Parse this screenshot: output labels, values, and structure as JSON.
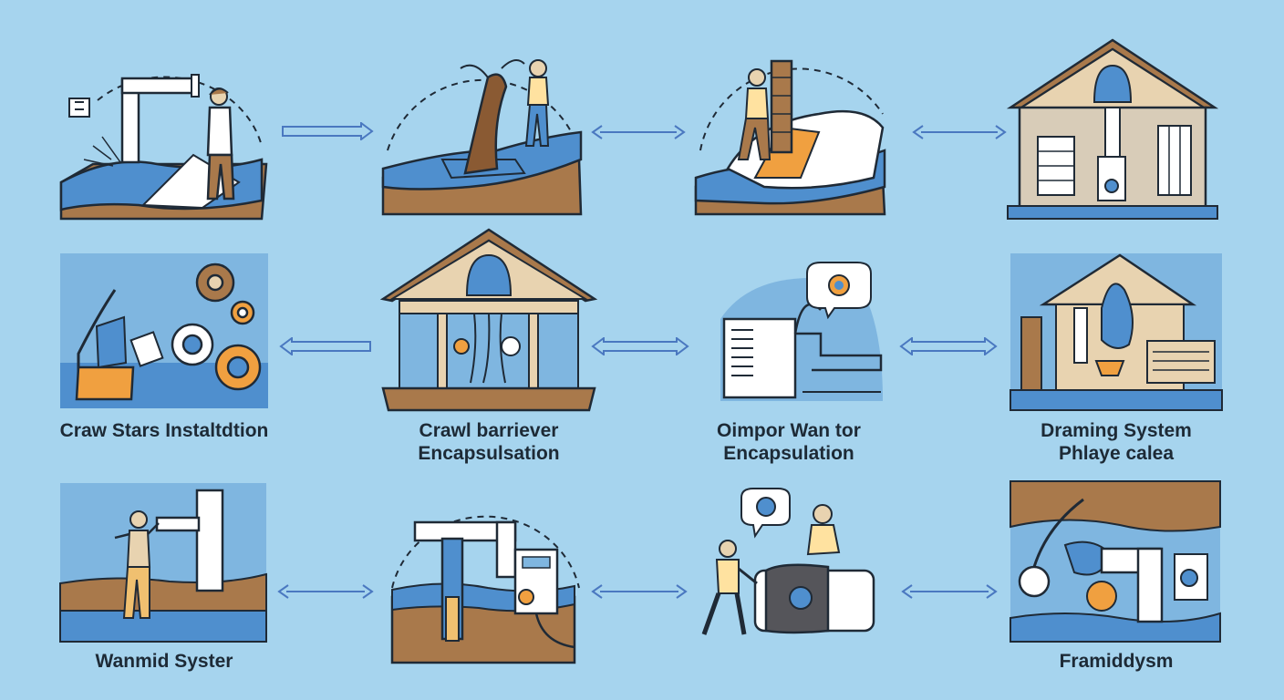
{
  "colors": {
    "background": "#a6d4ee",
    "water": "#4f8fce",
    "soil": "#a9794b",
    "outline": "#1f2a36",
    "accent_orange": "#f0a040",
    "house_wall": "#e8d3b0",
    "arrow": "#4a78c0"
  },
  "captions": {
    "row2_col1": "Craw Stars Instaltdtion",
    "row2_col2_line1": "Crawl barriever",
    "row2_col2_line2": "Encapsulsation",
    "row2_col3_line1": "Oimpor Wan tor",
    "row2_col3_line2": "Encapsulation",
    "row2_col4_line1": "Draming System",
    "row2_col4_line2": "Phlaye calea",
    "row3_col1": "Wanmid Syster",
    "row3_col4": "Framiddysm"
  },
  "arrows": [
    {
      "from": "panel-r1c1",
      "to": "panel-r1c2",
      "style": "single-outline-right"
    },
    {
      "from": "panel-r1c2",
      "to": "panel-r1c3",
      "style": "double-headed"
    },
    {
      "from": "panel-r1c3",
      "to": "panel-r1c4",
      "style": "double-headed"
    },
    {
      "from": "panel-r2c2",
      "to": "panel-r2c1",
      "style": "single-outline-left"
    },
    {
      "from": "panel-r2c2",
      "to": "panel-r2c3",
      "style": "double-headed-outline"
    },
    {
      "from": "panel-r2c3",
      "to": "panel-r2c4",
      "style": "double-headed-outline"
    },
    {
      "from": "panel-r3c1",
      "to": "panel-r3c2",
      "style": "double-headed"
    },
    {
      "from": "panel-r3c2",
      "to": "panel-r3c3",
      "style": "double-headed"
    },
    {
      "from": "panel-r3c3",
      "to": "panel-r3c4",
      "style": "double-headed"
    }
  ],
  "icons": {
    "r1c1": "worker-laying-vapor-barrier-icon",
    "r1c2": "worker-removing-root-icon",
    "r1c3": "worker-insulating-icon",
    "r1c4": "house-drainage-icon",
    "r2c1": "gears-machinery-icon",
    "r2c2": "house-crawlspace-icon",
    "r2c3": "dehumidifier-icon",
    "r2c4": "house-sump-icon",
    "r3c1": "worker-pipe-icon",
    "r3c2": "sump-pump-control-icon",
    "r3c3": "workers-moving-unit-icon",
    "r3c4": "underground-pipes-icon"
  }
}
